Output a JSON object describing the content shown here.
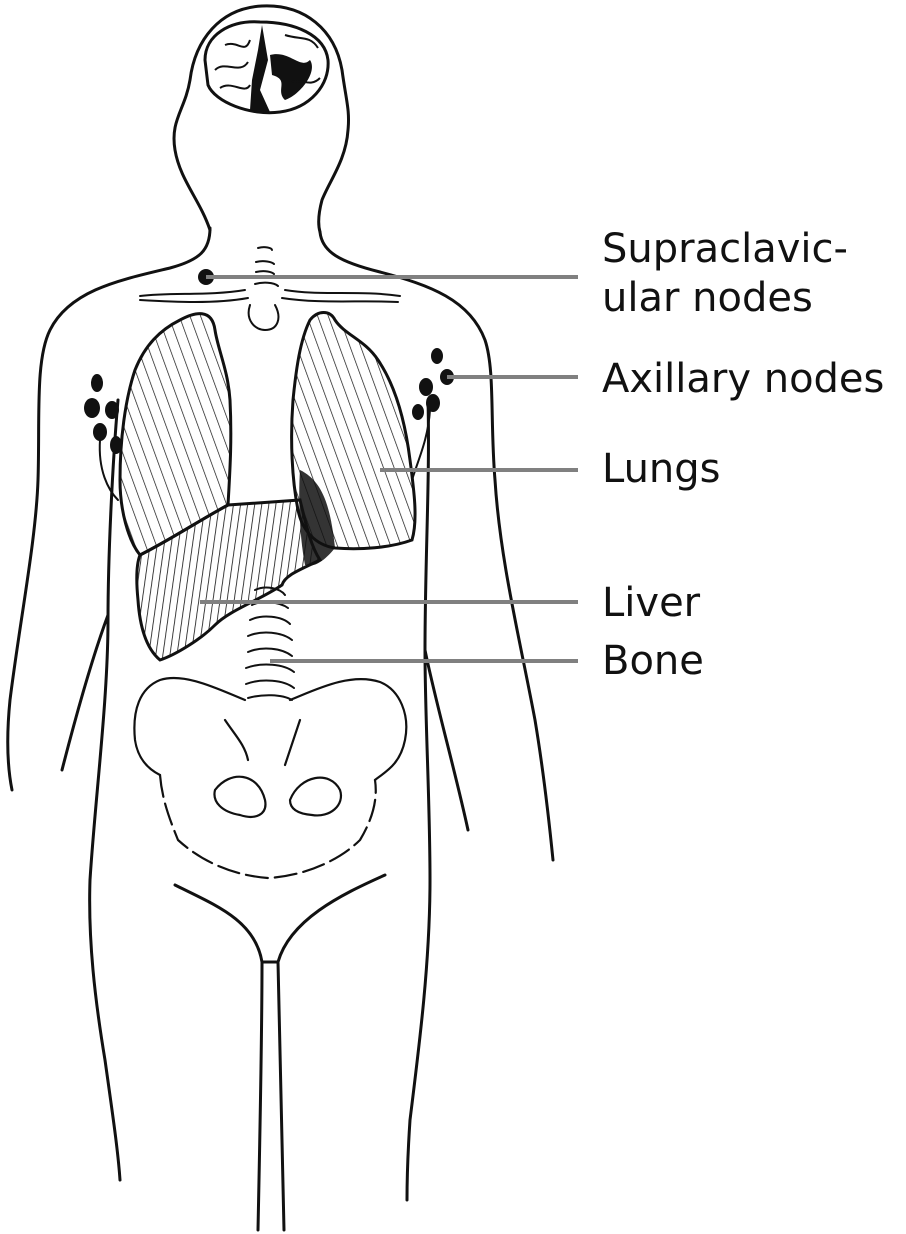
{
  "labels": {
    "supraclavicular_line1": "Supraclavic-",
    "supraclavicular_line2": "ular nodes",
    "axillary": "Axillary nodes",
    "lungs": "Lungs",
    "liver": "Liver",
    "bone": "Bone"
  },
  "colors": {
    "leader_line": "#808080",
    "ink": "#111111"
  }
}
